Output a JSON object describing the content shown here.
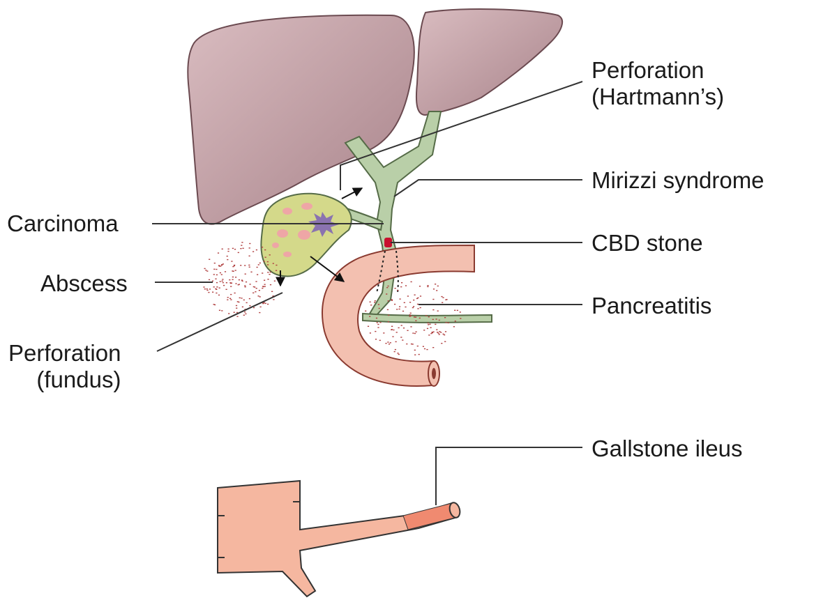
{
  "labels": {
    "perforation_hartmanns": [
      "Perforation",
      "(Hartmann’s)"
    ],
    "mirizzi_syndrome": "Mirizzi syndrome",
    "carcinoma": "Carcinoma",
    "cbd_stone": "CBD stone",
    "abscess": "Abscess",
    "pancreatitis": "Pancreatitis",
    "perforation_fundus": [
      "Perforation",
      "(fundus)"
    ],
    "gallstone_ileus": "Gallstone ileus"
  },
  "colors": {
    "liver": "#c9a4aa",
    "gallbladder": "#d4d98a",
    "bile_duct": "#b9cfa8",
    "duodenum": "#f3c0b0",
    "bowel": "#f5b7a0",
    "impacted_stone": "#f08a70",
    "stone_spots": "#eea6a6",
    "tumour": "#8a73b0",
    "cbd_stone": "#c8102e",
    "stipple": "#b04040"
  }
}
